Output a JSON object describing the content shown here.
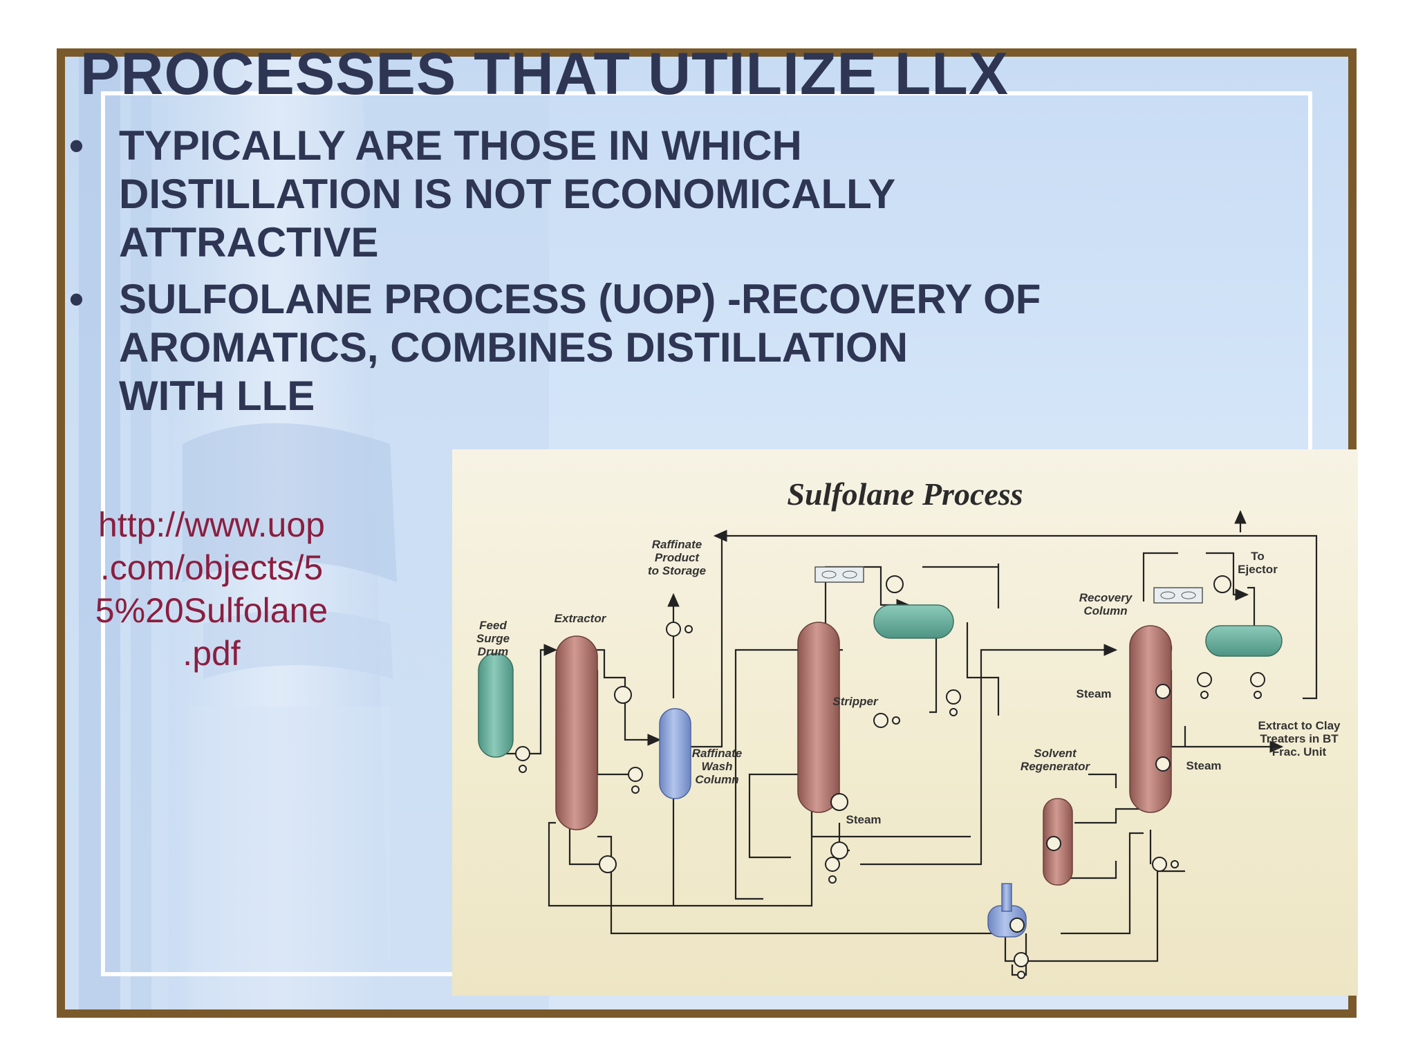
{
  "slide": {
    "title": "PROCESSES THAT UTILIZE LLX",
    "bullets": [
      {
        "marker": "•",
        "text": "TYPICALLY ARE THOSE IN WHICH\nDISTILLATION IS NOT ECONOMICALLY\nATTRACTIVE"
      },
      {
        "marker": "•",
        "text": "SULFOLANE PROCESS (UOP) -RECOVERY OF\nAROMATICS, COMBINES DISTILLATION\nWITH LLE"
      }
    ],
    "link_text": "http://www.uop\n.com/objects/5\n5%20Sulfolane\n.pdf"
  },
  "diagram": {
    "title": "Sulfolane Process",
    "labels": {
      "feed_surge_drum": "Feed\nSurge\nDrum",
      "extractor": "Extractor",
      "raffinate_product": "Raffinate\nProduct\nto Storage",
      "raffinate_wash_column": "Raffinate\nWash\nColumn",
      "stripper": "Stripper",
      "steam_stripper": "Steam",
      "recovery_column": "Recovery\nColumn",
      "to_ejector": "To\nEjector",
      "steam_recovery_top": "Steam",
      "steam_recovery_bottom": "Steam",
      "solvent_regenerator": "Solvent\nRegenerator",
      "extract_to_clay": "Extract to Clay\nTreaters in BT\nFrac. Unit"
    }
  },
  "colors": {
    "title_text": "#2e3654",
    "link_text": "#8b1e3f",
    "frame": "#7a5a2a",
    "red_vessel": "#b87a72",
    "green_vessel": "#6fb0a0",
    "blue_vessel": "#8ea6d8"
  }
}
